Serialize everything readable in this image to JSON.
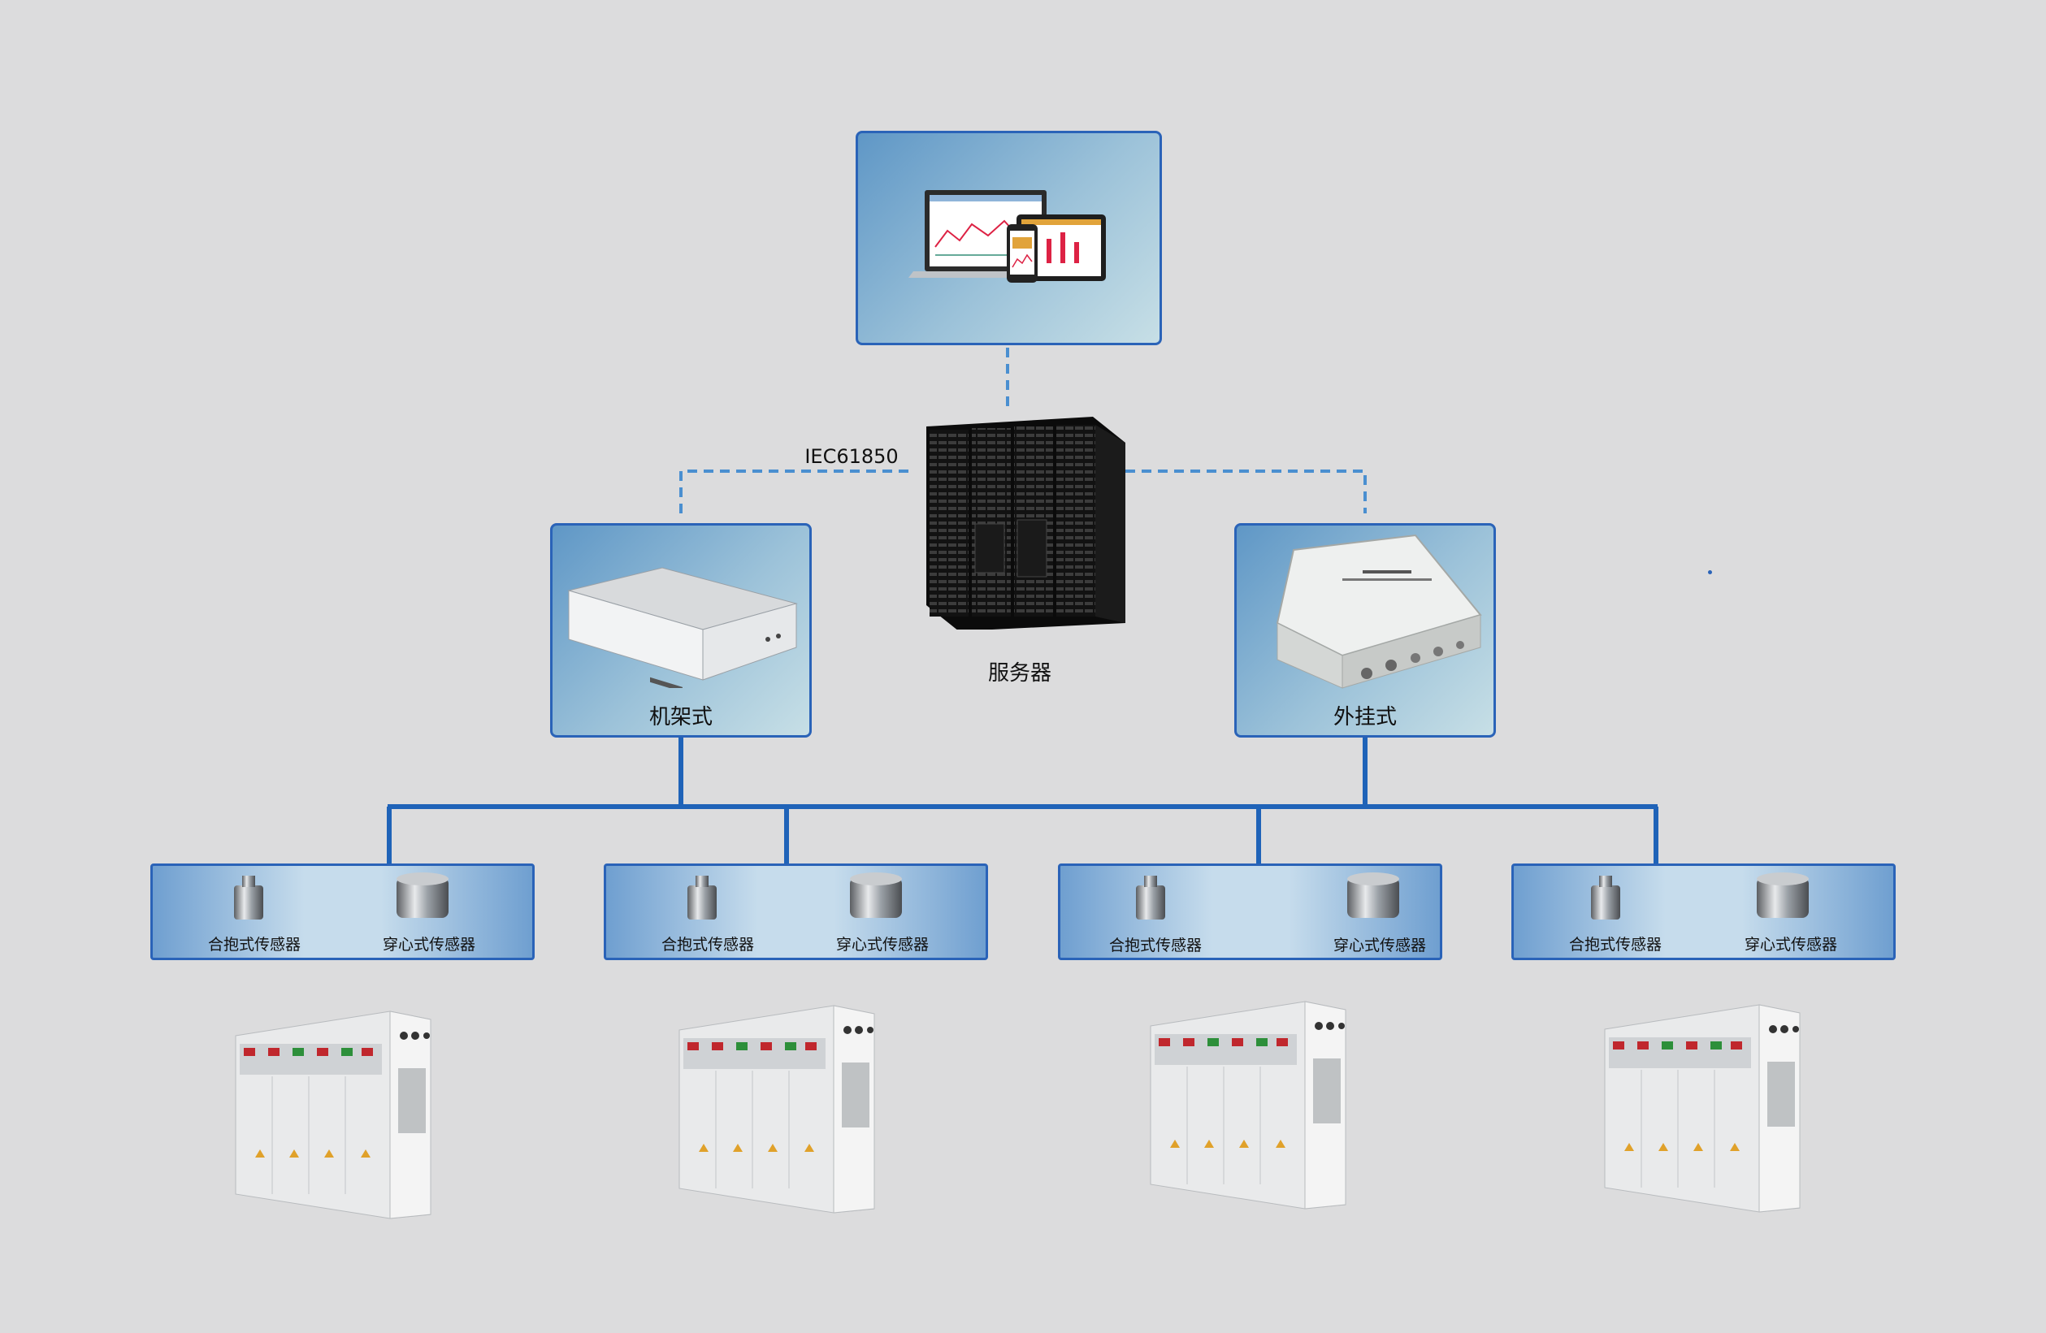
{
  "protocol_label": "IEC61850",
  "server": {
    "label": "服务器"
  },
  "devices": [
    {
      "label": "机架式"
    },
    {
      "label": "外挂式"
    }
  ],
  "sensor_groups": [
    {
      "left_label": "合抱式传感器",
      "right_label": "穿心式传感器"
    },
    {
      "left_label": "合抱式传感器",
      "right_label": "穿心式传感器"
    },
    {
      "left_label": "合抱式传感器",
      "right_label": "穿心式传感器"
    },
    {
      "left_label": "合抱式传感器",
      "right_label": "穿心式传感器"
    }
  ],
  "colors": {
    "background": "#dcdcdd",
    "panel_border": "#2a63b8",
    "bus_line": "#1f63b8",
    "dashed_link": "#4a8fd0"
  }
}
